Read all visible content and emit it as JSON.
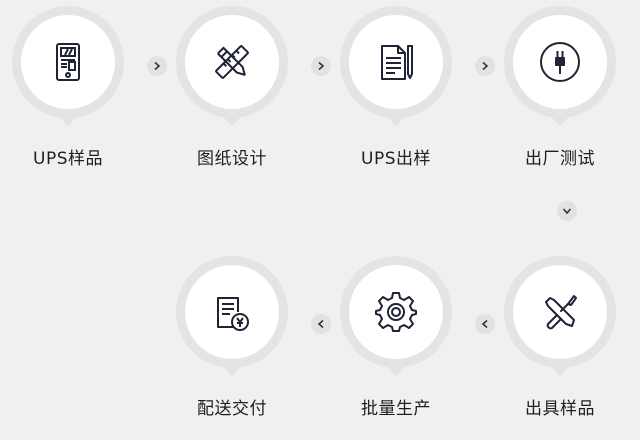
{
  "steps": [
    {
      "label": "UPS样品",
      "icon": "ups-device-icon"
    },
    {
      "label": "图纸设计",
      "icon": "pencil-ruler-icon"
    },
    {
      "label": "UPS出样",
      "icon": "document-pen-icon"
    },
    {
      "label": "出厂测试",
      "icon": "plug-icon"
    },
    {
      "label": "出具样品",
      "icon": "tools-icon"
    },
    {
      "label": "批量生产",
      "icon": "gear-icon"
    },
    {
      "label": "配送交付",
      "icon": "invoice-yen-icon"
    }
  ],
  "colors": {
    "background": "#f0f0f0",
    "ring": "#e4e4e4",
    "icon": "#1f2333"
  }
}
